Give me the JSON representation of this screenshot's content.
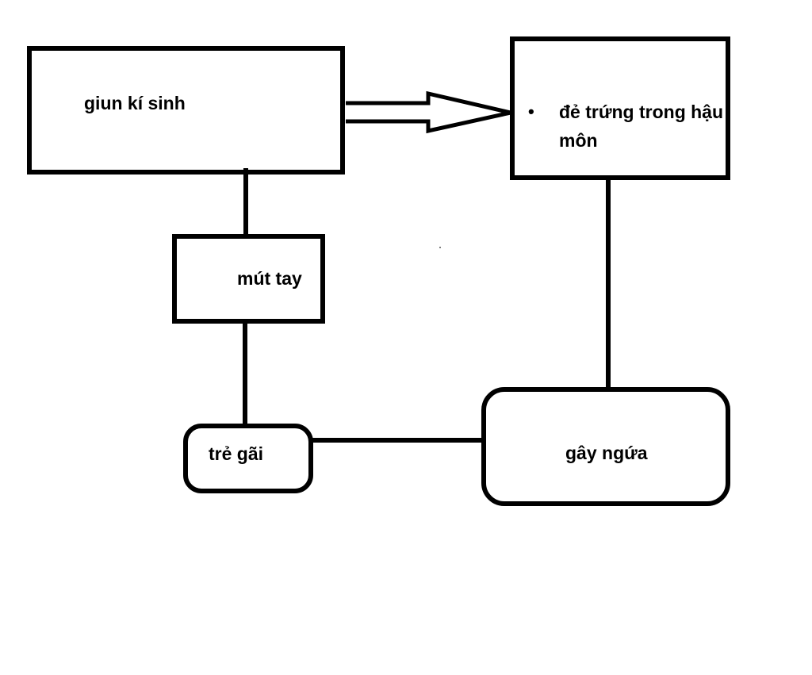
{
  "nodes": {
    "parasite": {
      "label": "giun kí sinh"
    },
    "lay_eggs": {
      "bullet": "•",
      "line1": "đẻ trứng trong hậu",
      "line2": "môn"
    },
    "itch": {
      "label": "gây ngứa"
    },
    "scratch": {
      "label": "trẻ gãi"
    },
    "suck_hand": {
      "label": "mút tay"
    }
  },
  "colors": {
    "stroke": "#000000",
    "background": "#ffffff",
    "text": "#000000"
  }
}
